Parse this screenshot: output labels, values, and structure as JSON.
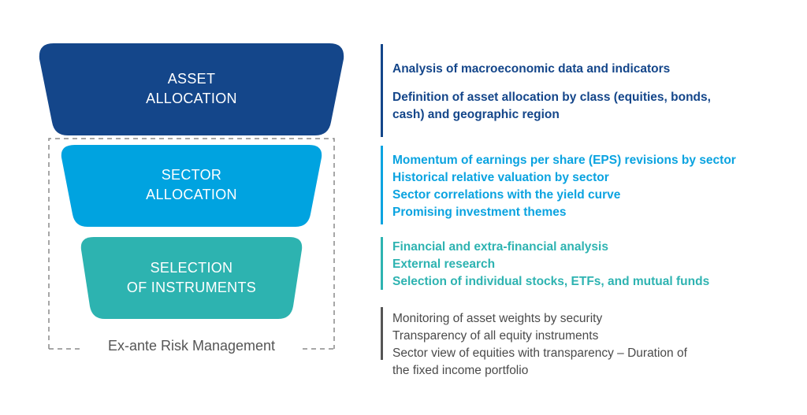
{
  "funnel": {
    "stages": [
      {
        "line1": "ASSET",
        "line2": "ALLOCATION",
        "color": "#14468a"
      },
      {
        "line1": "SECTOR",
        "line2": "ALLOCATION",
        "color": "#00a3e0"
      },
      {
        "line1": "SELECTION",
        "line2": "OF INSTRUMENTS",
        "color": "#2db3b0"
      }
    ],
    "risk_label": "Ex-ante Risk Management"
  },
  "details": {
    "asset": {
      "color": "#14468a",
      "items": [
        "Analysis of macroeconomic data and indicators",
        "Definition of asset allocation by class (equities, bonds,",
        "cash) and geographic region"
      ]
    },
    "sector": {
      "color": "#0aa3e0",
      "items": [
        "Momentum of earnings per share (EPS) revisions by sector",
        "Historical relative valuation by sector",
        "Sector correlations with the yield curve",
        "Promising investment themes"
      ]
    },
    "selection": {
      "color": "#2eb3b1",
      "items": [
        "Financial and extra-financial analysis",
        "External research",
        "Selection of individual stocks, ETFs, and mutual funds"
      ]
    },
    "risk": {
      "color": "#555555",
      "items": [
        "Monitoring of asset weights by security",
        "Transparency of all equity instruments",
        "Sector view of equities with transparency – Duration of",
        "the fixed income portfolio"
      ]
    }
  }
}
